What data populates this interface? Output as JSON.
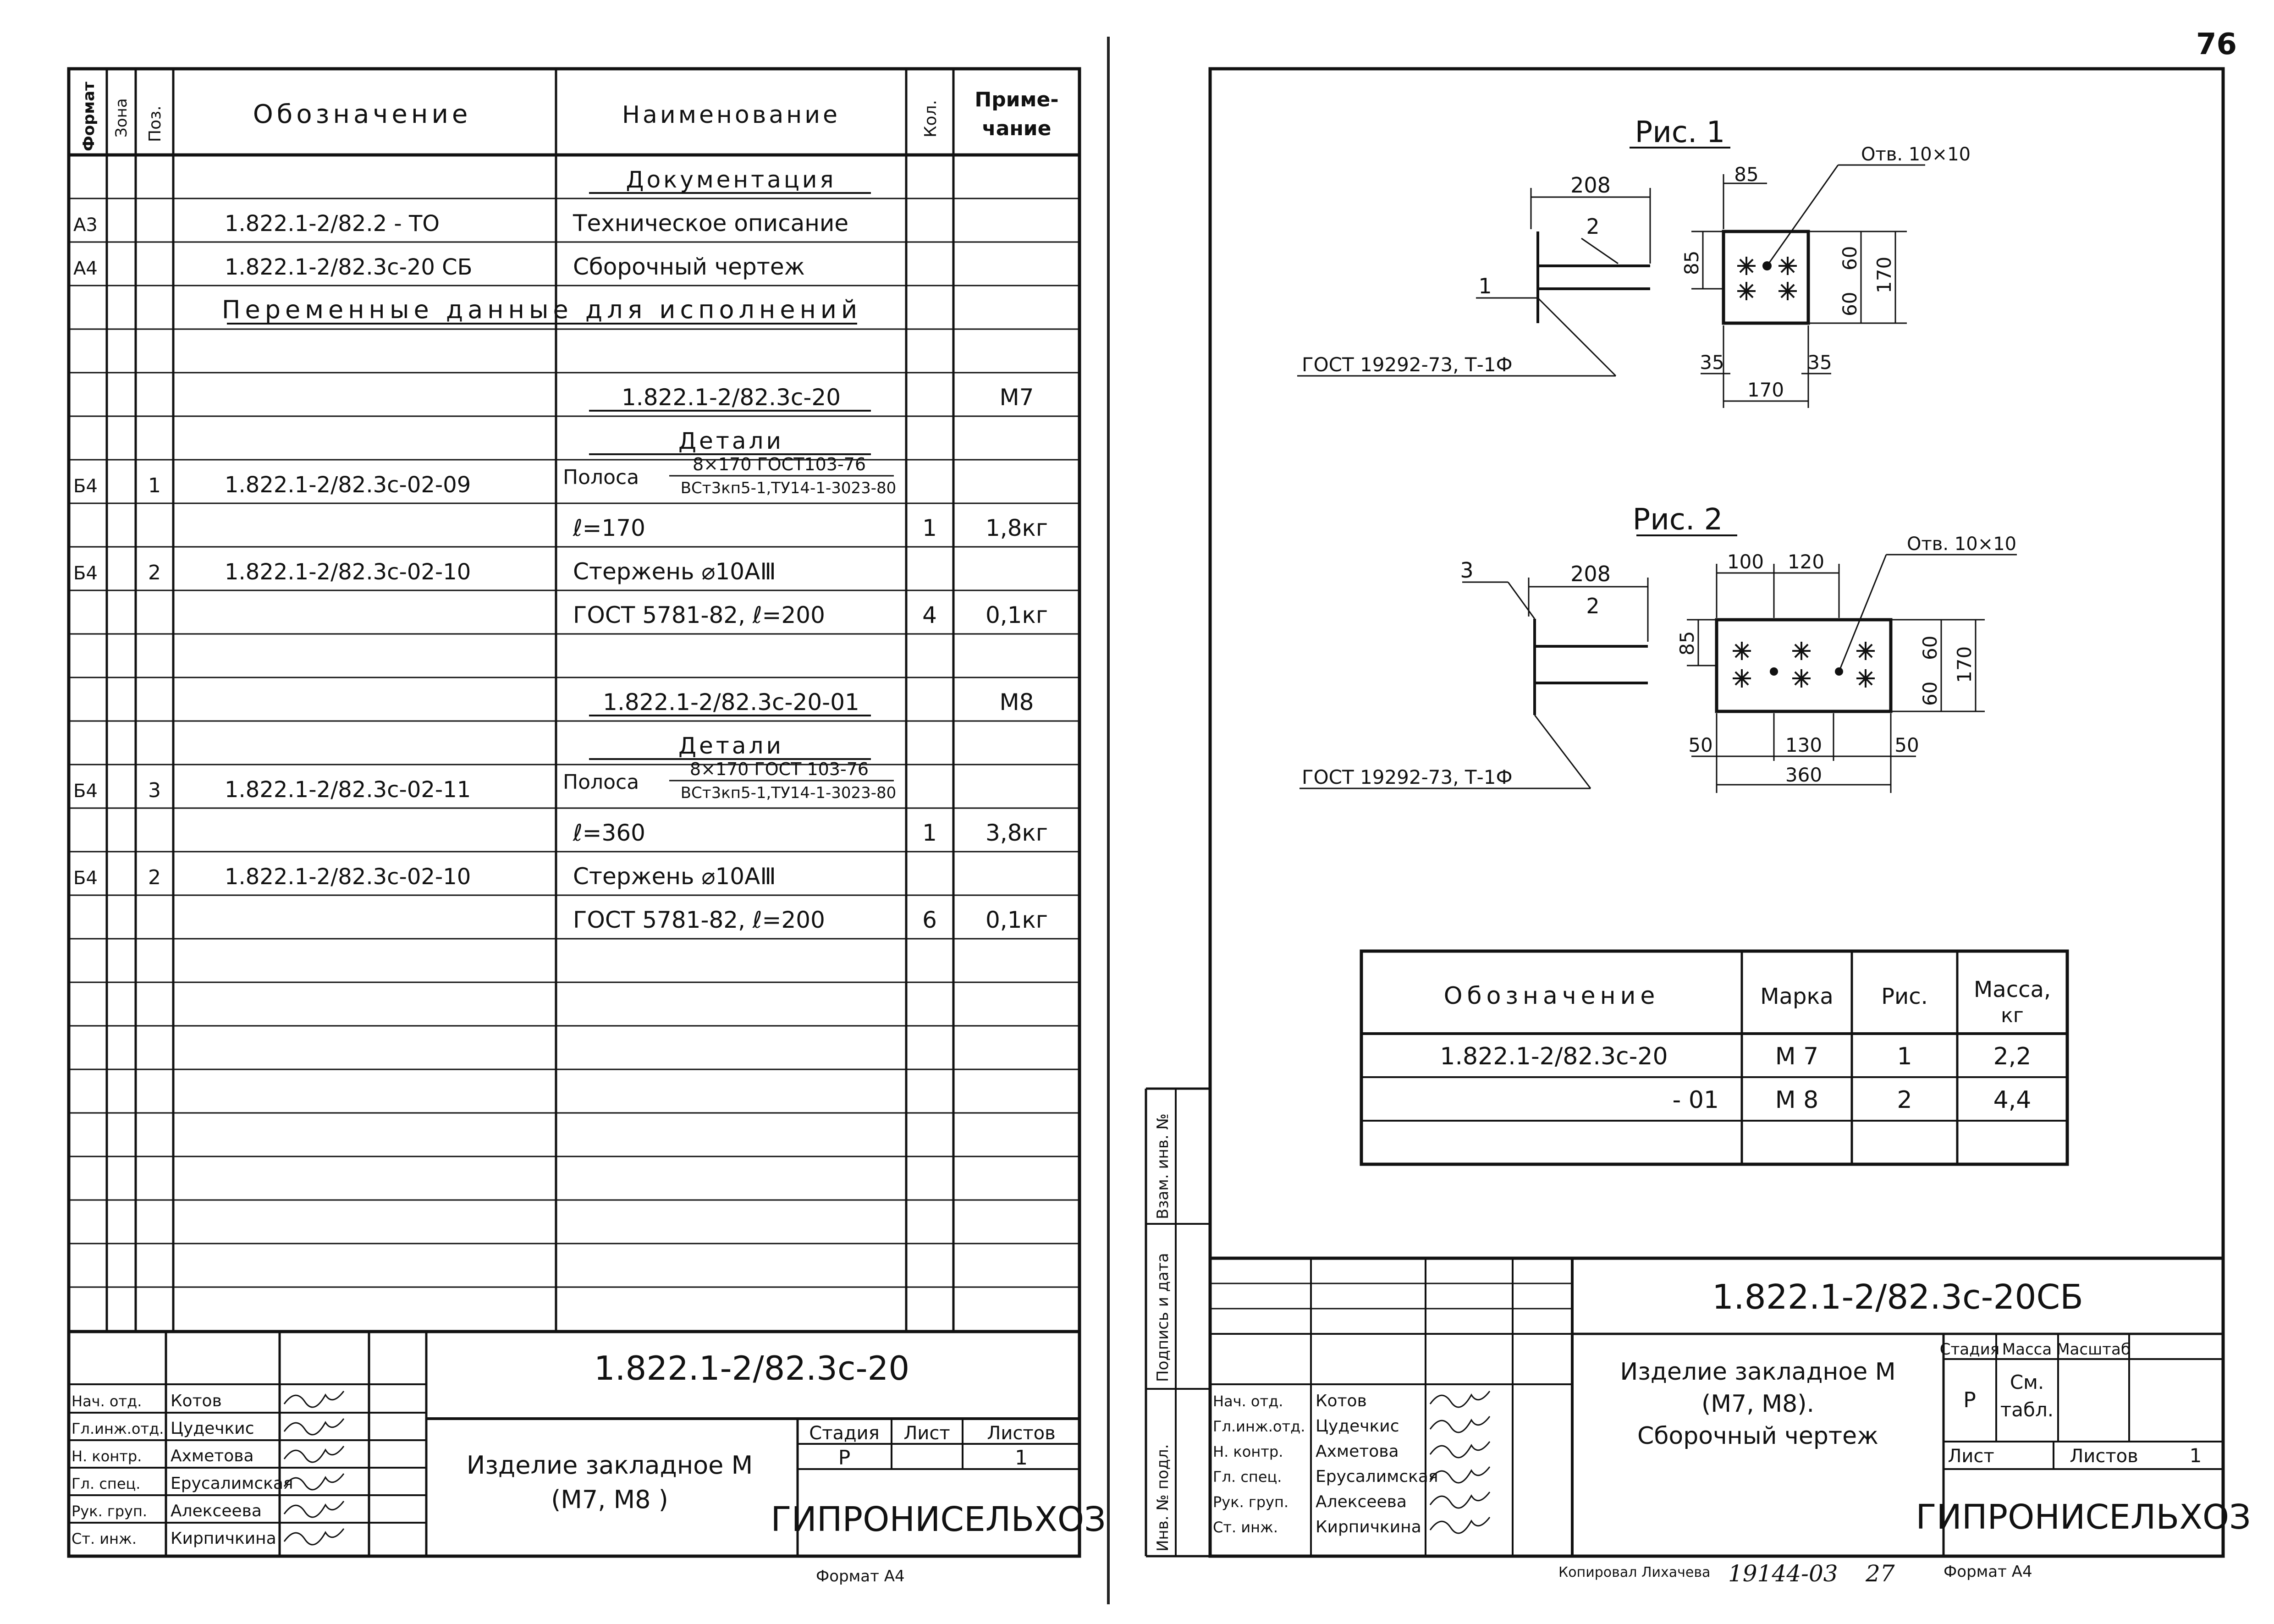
{
  "page_number": "76",
  "left": {
    "headers": {
      "format": "Формат",
      "zone": "Зона",
      "pos": "Поз.",
      "designation": "Обозначение",
      "name": "Наименование",
      "qty": "Кол.",
      "note": "Приме-",
      "note2": "чание"
    },
    "rows": [
      {
        "format": "",
        "pos": "",
        "designation": "",
        "name": "Документация",
        "qty": "",
        "note": ""
      },
      {
        "format": "А3",
        "pos": "",
        "designation": "1.822.1-2/82.2 - ТО",
        "name": "Техническое описание",
        "qty": "",
        "note": ""
      },
      {
        "format": "А4",
        "pos": "",
        "designation": "1.822.1-2/82.3с-20 СБ",
        "name": "Сборочный чертеж",
        "qty": "",
        "note": ""
      },
      {
        "format": "",
        "pos": "",
        "designation": "Переменные данные для исполнений",
        "name": "",
        "qty": "",
        "note": ""
      },
      {
        "format": "",
        "pos": "",
        "designation": "",
        "name": "",
        "qty": "",
        "note": ""
      },
      {
        "format": "",
        "pos": "",
        "designation": "",
        "name": "1.822.1-2/82.3с-20",
        "qty": "",
        "note": "М7"
      },
      {
        "format": "",
        "pos": "",
        "designation": "",
        "name": "Детали",
        "qty": "",
        "note": ""
      },
      {
        "format": "Б4",
        "pos": "1",
        "designation": "1.822.1-2/82.3с-02-09",
        "name": "Полоса",
        "name_top": "8×170 ГОСТ103-76",
        "name_bottom": "ВСт3кп5-1,ТУ14-1-3023-80",
        "qty": "",
        "note": ""
      },
      {
        "format": "",
        "pos": "",
        "designation": "",
        "name": "ℓ=170",
        "qty": "1",
        "note": "1,8кг"
      },
      {
        "format": "Б4",
        "pos": "2",
        "designation": "1.822.1-2/82.3с-02-10",
        "name": "Стержень ⌀10АⅢ",
        "qty": "",
        "note": ""
      },
      {
        "format": "",
        "pos": "",
        "designation": "",
        "name": "ГОСТ 5781-82, ℓ=200",
        "qty": "4",
        "note": "0,1кг"
      },
      {
        "format": "",
        "pos": "",
        "designation": "",
        "name": "",
        "qty": "",
        "note": ""
      },
      {
        "format": "",
        "pos": "",
        "designation": "",
        "name": "1.822.1-2/82.3с-20-01",
        "qty": "",
        "note": "М8"
      },
      {
        "format": "",
        "pos": "",
        "designation": "",
        "name": "Детали",
        "qty": "",
        "note": ""
      },
      {
        "format": "Б4",
        "pos": "3",
        "designation": "1.822.1-2/82.3с-02-11",
        "name": "Полоса",
        "name_top": "8×170 ГОСТ 103-76",
        "name_bottom": "ВСт3кп5-1,ТУ14-1-3023-80",
        "qty": "",
        "note": ""
      },
      {
        "format": "",
        "pos": "",
        "designation": "",
        "name": "ℓ=360",
        "qty": "1",
        "note": "3,8кг"
      },
      {
        "format": "Б4",
        "pos": "2",
        "designation": "1.822.1-2/82.3с-02-10",
        "name": "Стержень ⌀10АⅢ",
        "qty": "",
        "note": ""
      },
      {
        "format": "",
        "pos": "",
        "designation": "",
        "name": "ГОСТ 5781-82, ℓ=200",
        "qty": "6",
        "note": "0,1кг"
      }
    ],
    "title_block": {
      "doc_code": "1.822.1-2/82.3с-20",
      "title_line1": "Изделие закладное М",
      "title_line2": "(М7, М8 )",
      "stage_label": "Стадия",
      "sheet_label": "Лист",
      "sheets_label": "Листов",
      "stage": "Р",
      "sheets": "1",
      "org": "ГИПРОНИСЕЛЬХОЗ",
      "format": "Формат А4"
    }
  },
  "signatures": [
    {
      "role": "Нач. отд.",
      "name": "Котов"
    },
    {
      "role": "Гл.инж.отд.",
      "name": "Цудечкис"
    },
    {
      "role": "Н. контр.",
      "name": "Ахметова"
    },
    {
      "role": "Гл. спец.",
      "name": "Ерусалимская"
    },
    {
      "role": "Рук. груп.",
      "name": "Алексеева"
    },
    {
      "role": "Ст. инж.",
      "name": "Кирпичкина"
    }
  ],
  "right": {
    "fig1": {
      "title": "Рис. 1",
      "hole": "Отв. 10×10",
      "gost": "ГОСТ 19292-73, Т-1Ф",
      "dims": {
        "len": "208",
        "top": "85",
        "h85": "85",
        "d60a": "60",
        "d60b": "60",
        "h170": "170",
        "d35a": "35",
        "d35b": "35",
        "w170": "170"
      },
      "pos_labels": {
        "a": "1",
        "b": "2"
      }
    },
    "fig2": {
      "title": "Рис. 2",
      "hole": "Отв. 10×10",
      "gost": "ГОСТ 19292-73, Т-1Ф",
      "dims": {
        "len": "208",
        "d100": "100",
        "d120": "120",
        "h85": "85",
        "d60a": "60",
        "d60b": "60",
        "h170": "170",
        "d50a": "50",
        "d130": "130",
        "d50b": "50",
        "w360": "360"
      },
      "pos_labels": {
        "a": "3",
        "b": "2"
      }
    },
    "table": {
      "headers": {
        "designation": "Обозначение",
        "mark": "Марка",
        "fig": "Рис.",
        "mass": "Масса,",
        "mass_unit": "кг"
      },
      "rows": [
        {
          "designation": "1.822.1-2/82.3с-20",
          "mark": "М 7",
          "fig": "1",
          "mass": "2,2"
        },
        {
          "designation": "- 01",
          "mark": "М 8",
          "fig": "2",
          "mass": "4,4"
        }
      ]
    },
    "side_labels": {
      "inv_orig": "Инв. № подл.",
      "sign_date": "Подпись и дата",
      "inv_repl": "Взам. инв. №"
    },
    "title_block": {
      "doc_code": "1.822.1-2/82.3с-20СБ",
      "title_line1": "Изделие закладное М",
      "title_line2": "(М7, М8).",
      "title_line3": "Сборочный чертеж",
      "stage_label": "Стадия",
      "mass_label": "Масса",
      "scale_label": "Масштаб",
      "stage": "Р",
      "mass_val": "См.",
      "mass_val2": "табл.",
      "sheet_label": "Лист",
      "sheets_label": "Листов",
      "sheets": "1",
      "org": "ГИПРОНИСЕЛЬХОЗ",
      "copied": "Копировал Лихачева",
      "inv_no": "19144-03",
      "page": "27",
      "format": "Формат А4"
    }
  }
}
